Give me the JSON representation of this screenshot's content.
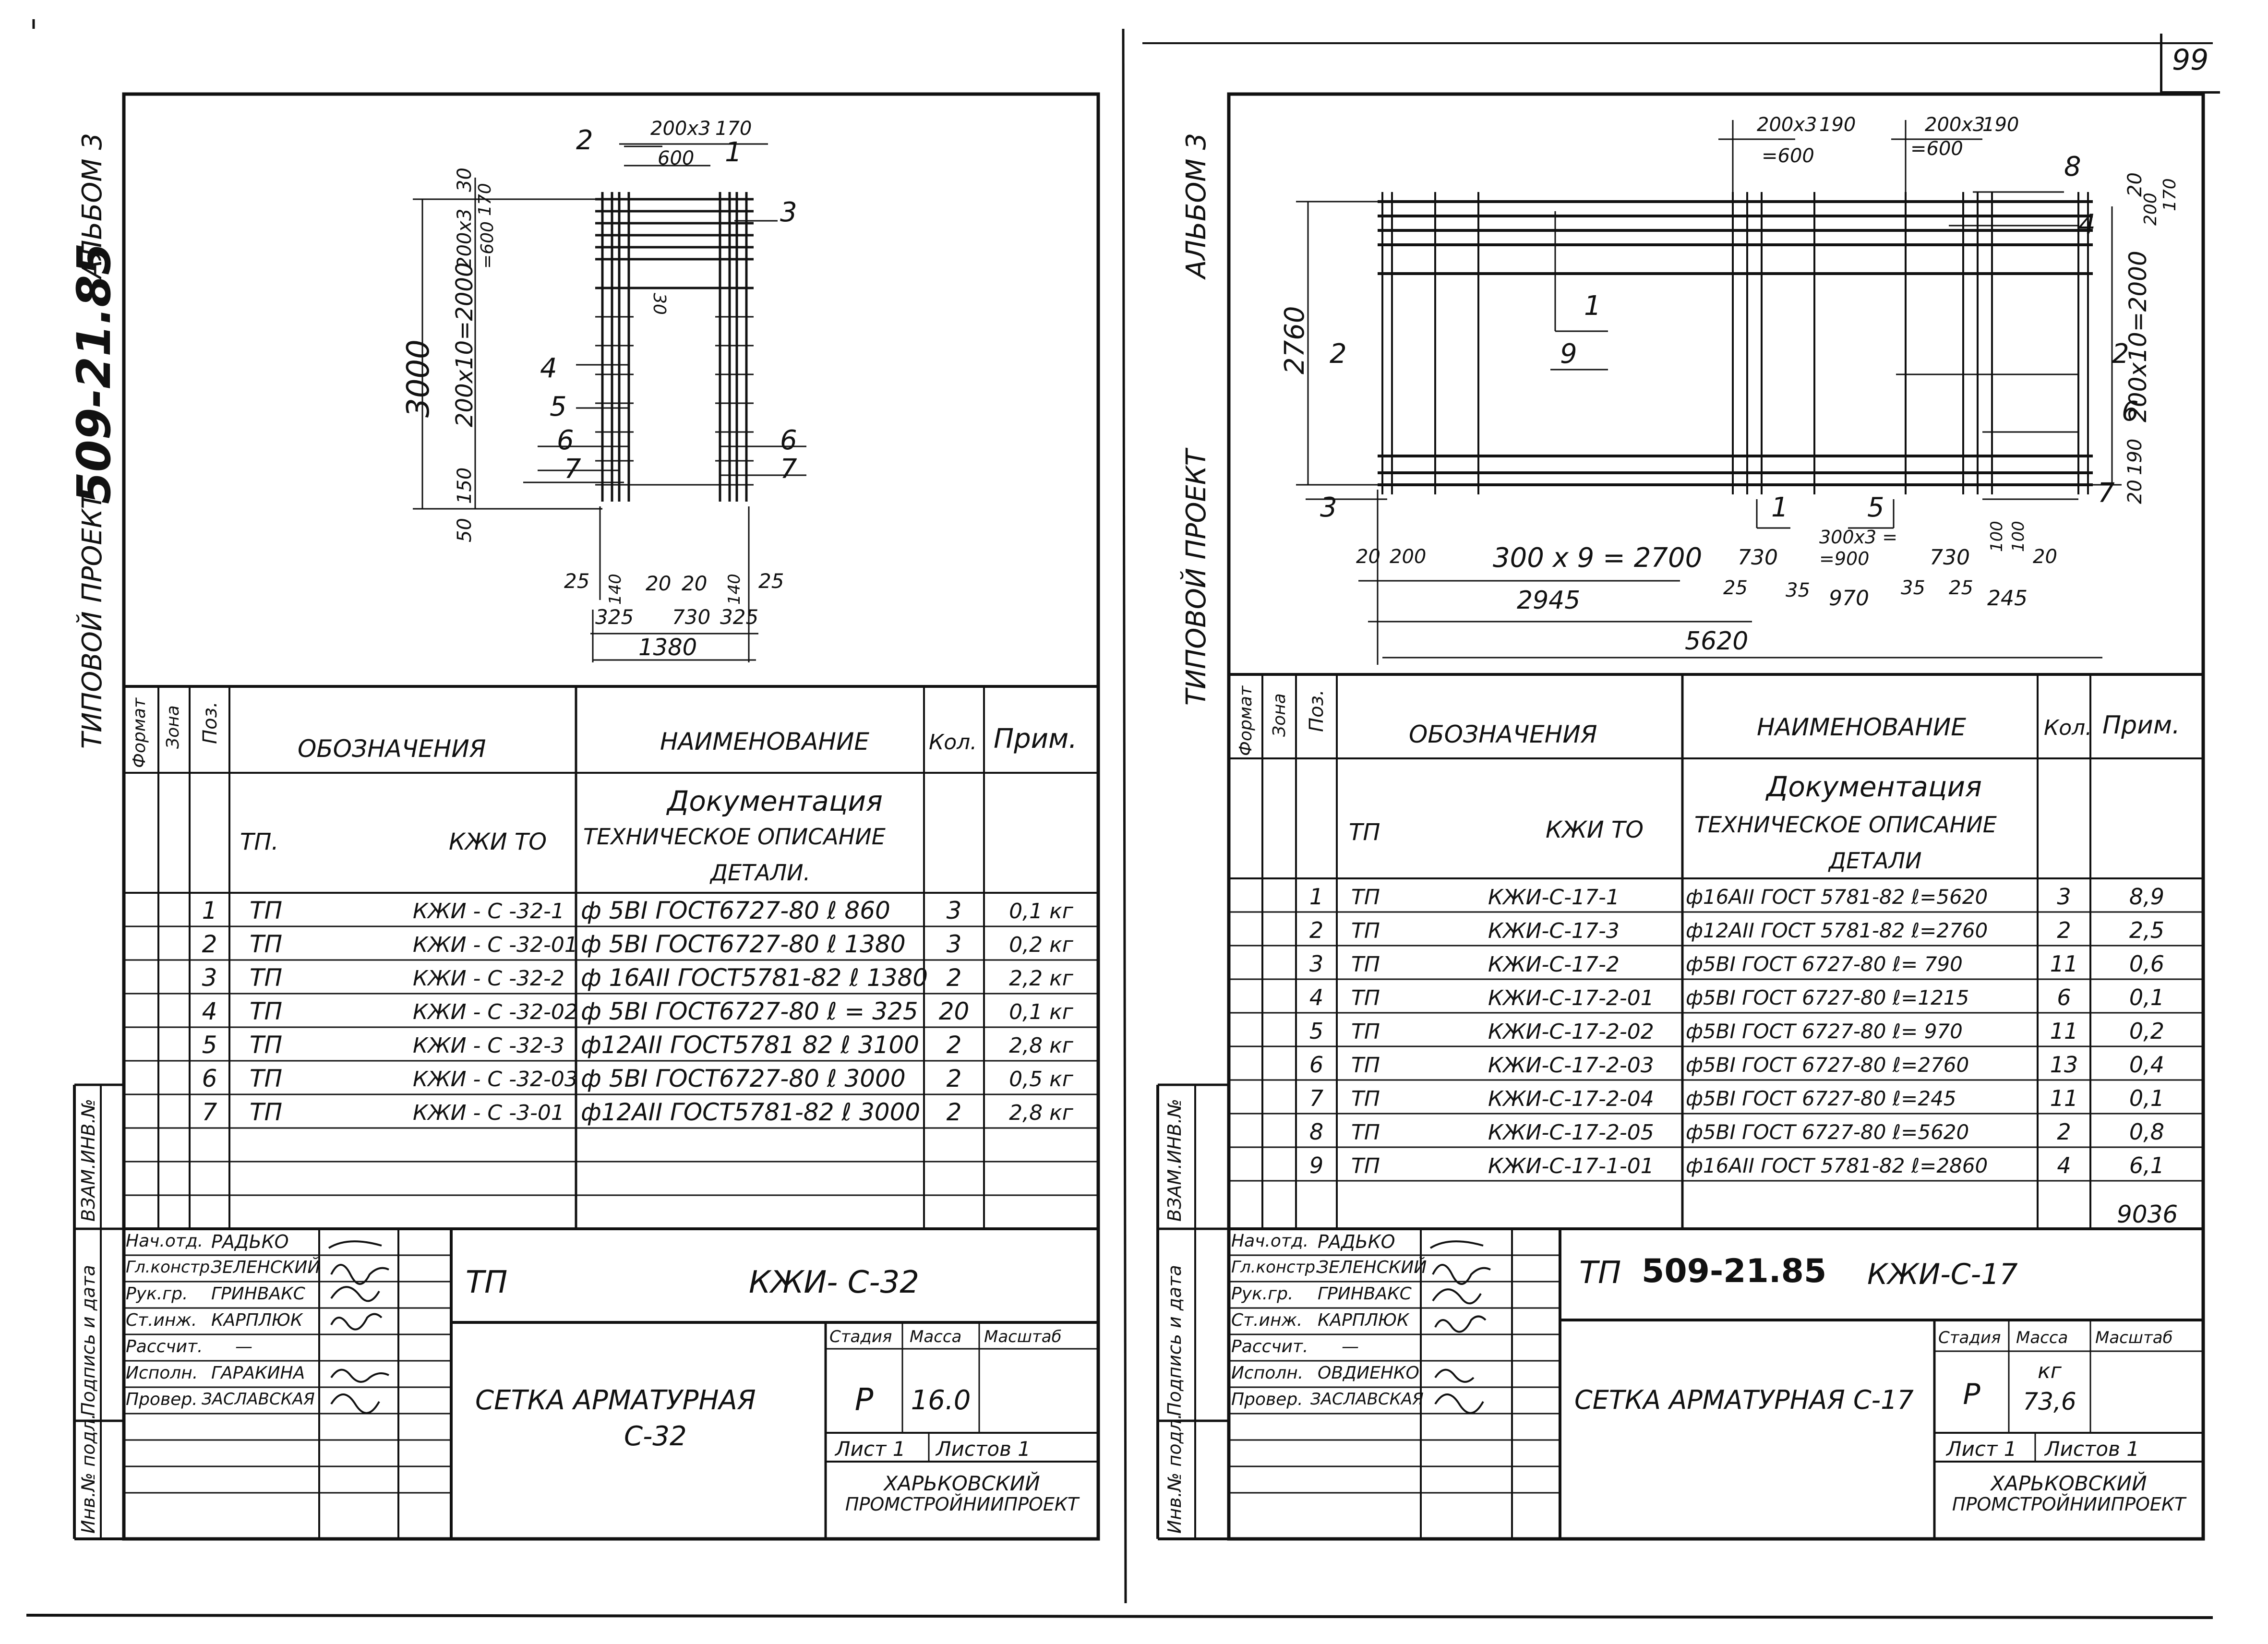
{
  "page_number": "99",
  "colors": {
    "ink": "#111111",
    "paper": "#ffffff"
  },
  "left": {
    "side_label": {
      "prefix": "ТИПОВОЙ ПРОЕКТ",
      "code": "509-21.85",
      "suffix": "АЛЬБОМ 3"
    },
    "drawing": {
      "dims": [
        "200x3",
        "170",
        "600",
        "30",
        "170",
        "200x3",
        "=600",
        "30",
        "3000",
        "200x10=2000",
        "50",
        "150",
        "25",
        "140",
        "20",
        "20",
        "140",
        "25",
        "325",
        "730",
        "325",
        "1380"
      ],
      "pos_labels": [
        "1",
        "2",
        "3",
        "4",
        "5",
        "6",
        "7",
        "6",
        "7"
      ]
    },
    "table": {
      "headers": {
        "format": "Формат",
        "zone": "Зона",
        "pos": "Поз.",
        "designation": "ОБОЗНАЧЕНИЯ",
        "name": "НАИМЕНОВАНИЕ",
        "qty": "Кол.",
        "note": "Прим."
      },
      "doc_header": {
        "tp": "ТП.",
        "code": "КЖИ ТО",
        "title": "Документация",
        "line2": "ТЕХНИЧЕСКОЕ ОПИСАНИЕ",
        "line3": "ДЕТАЛИ."
      },
      "rows": [
        {
          "pos": "1",
          "tp": "ТП",
          "code": "КЖИ - С -32-1",
          "name": "ф 5ВI  ГОСТ6727-80 ℓ 860",
          "qty": "3",
          "note": "0,1 кг"
        },
        {
          "pos": "2",
          "tp": "ТП",
          "code": "КЖИ - С -32-01",
          "name": "ф 5ВI  ГОСТ6727-80 ℓ 1380",
          "qty": "3",
          "note": "0,2 кг"
        },
        {
          "pos": "3",
          "tp": "ТП",
          "code": "КЖИ - С -32-2",
          "name": "ф 16АII ГОСТ5781-82 ℓ 1380",
          "qty": "2",
          "note": "2,2 кг"
        },
        {
          "pos": "4",
          "tp": "ТП",
          "code": "КЖИ - С -32-02",
          "name": "ф 5ВI  ГОСТ6727-80 ℓ = 325",
          "qty": "20",
          "note": "0,1 кг"
        },
        {
          "pos": "5",
          "tp": "ТП",
          "code": "КЖИ - С -32-3",
          "name": "ф12АII  ГОСТ5781 82 ℓ 3100",
          "qty": "2",
          "note": "2,8 кг"
        },
        {
          "pos": "6",
          "tp": "ТП",
          "code": "КЖИ - С -32-03",
          "name": "ф 5ВI  ГОСТ6727-80 ℓ 3000",
          "qty": "2",
          "note": "0,5 кг"
        },
        {
          "pos": "7",
          "tp": "ТП",
          "code": "КЖИ - С -3-01",
          "name": "ф12АII  ГОСТ5781-82 ℓ 3000",
          "qty": "2",
          "note": "2,8 кг"
        }
      ]
    },
    "side_fields": [
      "ВЗАМ.ИНВ.№",
      "Подпись и дата",
      "Инв.№ подл."
    ],
    "title_block": {
      "roles": [
        "Нач.отд.",
        "Гл.констр.",
        "Рук.гр.",
        "Ст.инж.",
        "Рассчит.",
        "Исполн.",
        "Провер."
      ],
      "names": [
        "РАДЬКО",
        "ЗЕЛЕНСКИЙ",
        "ГРИНВАКС",
        "КАРПЛЮК",
        "—",
        "ГАРАКИНА",
        "ЗАСЛАВСКАЯ"
      ],
      "code_tp": "ТП",
      "code": "КЖИ- С-32",
      "title_line1": "СЕТКА  АРМАТУРНАЯ",
      "title_line2": "С-32",
      "stage_label": "Стадия",
      "mass_label": "Масса",
      "scale_label": "Масштаб",
      "stage": "Р",
      "mass": "16.0",
      "scale": "",
      "sheet": "Лист 1",
      "sheets": "Листов 1",
      "org_line1": "ХАРЬКОВСКИЙ",
      "org_line2": "ПРОМСТРОЙНИИПРОЕКТ"
    }
  },
  "right": {
    "side_label": {
      "prefix": "ТИПОВОЙ ПРОЕКТ",
      "suffix": "АЛЬБОМ 3"
    },
    "drawing": {
      "dims": [
        "200x3",
        "190",
        "=600",
        "200x3",
        "190",
        "=600",
        "20",
        "200",
        "170",
        "200x10=2000",
        "20",
        "190",
        "2760",
        "20",
        "200",
        "300 x 9 = 2700",
        "730",
        "25",
        "35",
        "300x3 =",
        "=900",
        "970",
        "35",
        "730",
        "25",
        "245",
        "20",
        "100",
        "100",
        "2945",
        "5620"
      ],
      "pos_labels": [
        "1",
        "2",
        "3",
        "4",
        "5",
        "6",
        "7",
        "8",
        "9",
        "2",
        "1"
      ]
    },
    "table": {
      "headers": {
        "format": "Формат",
        "zone": "Зона",
        "pos": "Поз.",
        "designation": "ОБОЗНАЧЕНИЯ",
        "name": "НАИМЕНОВАНИЕ",
        "qty": "Кол.",
        "note": "Прим."
      },
      "doc_header": {
        "tp": "ТП",
        "code": "КЖИ  ТО",
        "title": "Документация",
        "line2": "ТЕХНИЧЕСКОЕ ОПИСАНИЕ",
        "line3": "ДЕТАЛИ"
      },
      "rows": [
        {
          "pos": "1",
          "tp": "ТП",
          "code": "КЖИ-С-17-1",
          "name": "ф16АII ГОСТ  5781-82 ℓ=5620",
          "qty": "3",
          "note": "8,9"
        },
        {
          "pos": "2",
          "tp": "ТП",
          "code": "КЖИ-С-17-3",
          "name": "ф12АII ГОСТ  5781-82 ℓ=2760",
          "qty": "2",
          "note": "2,5"
        },
        {
          "pos": "3",
          "tp": "ТП",
          "code": "КЖИ-С-17-2",
          "name": "ф5ВI ГОСТ  6727-80 ℓ= 790",
          "qty": "11",
          "note": "0,6"
        },
        {
          "pos": "4",
          "tp": "ТП",
          "code": "КЖИ-С-17-2-01",
          "name": "ф5ВI ГОСТ  6727-80 ℓ=1215",
          "qty": "6",
          "note": "0,1"
        },
        {
          "pos": "5",
          "tp": "ТП",
          "code": "КЖИ-С-17-2-02",
          "name": "ф5ВI ГОСТ  6727-80 ℓ= 970",
          "qty": "11",
          "note": "0,2"
        },
        {
          "pos": "6",
          "tp": "ТП",
          "code": "КЖИ-С-17-2-03",
          "name": "ф5ВI ГОСТ  6727-80 ℓ=2760",
          "qty": "13",
          "note": "0,4"
        },
        {
          "pos": "7",
          "tp": "ТП",
          "code": "КЖИ-С-17-2-04",
          "name": "ф5ВI ГОСТ  6727-80 ℓ=245",
          "qty": "11",
          "note": "0,1"
        },
        {
          "pos": "8",
          "tp": "ТП",
          "code": "КЖИ-С-17-2-05",
          "name": "ф5ВI ГОСТ  6727-80 ℓ=5620",
          "qty": "2",
          "note": "0,8"
        },
        {
          "pos": "9",
          "tp": "ТП",
          "code": "КЖИ-С-17-1-01",
          "name": "ф16АII ГОСТ  5781-82 ℓ=2860",
          "qty": "4",
          "note": "6,1"
        }
      ],
      "stamp": "9036"
    },
    "side_fields": [
      "ВЗАМ.ИНВ.№",
      "Подпись и дата",
      "Инв.№ подл."
    ],
    "title_block": {
      "roles": [
        "Нач.отд.",
        "Гл.констр.",
        "Рук.гр.",
        "Ст.инж.",
        "Рассчит.",
        "Исполн.",
        "Провер."
      ],
      "names": [
        "РАДЬКО",
        "ЗЕЛЕНСКИЙ",
        "ГРИНВАКС",
        "КАРПЛЮК",
        "—",
        "ОВДИЕНКО",
        "ЗАСЛАВСКАЯ"
      ],
      "code_tp": "ТП",
      "code_num": "509-21.85",
      "code": "КЖИ-С-17",
      "title_line1": "СЕТКА АРМАТУРНАЯ С-17",
      "stage_label": "Стадия",
      "mass_label": "Масса",
      "scale_label": "Масштаб",
      "stage": "Р",
      "mass_unit": "кг",
      "mass": "73,6",
      "scale": "",
      "sheet": "Лист 1",
      "sheets": "Листов 1",
      "org_line1": "ХАРЬКОВСКИЙ",
      "org_line2": "ПРОМСТРОЙНИИПРОЕКТ"
    }
  }
}
